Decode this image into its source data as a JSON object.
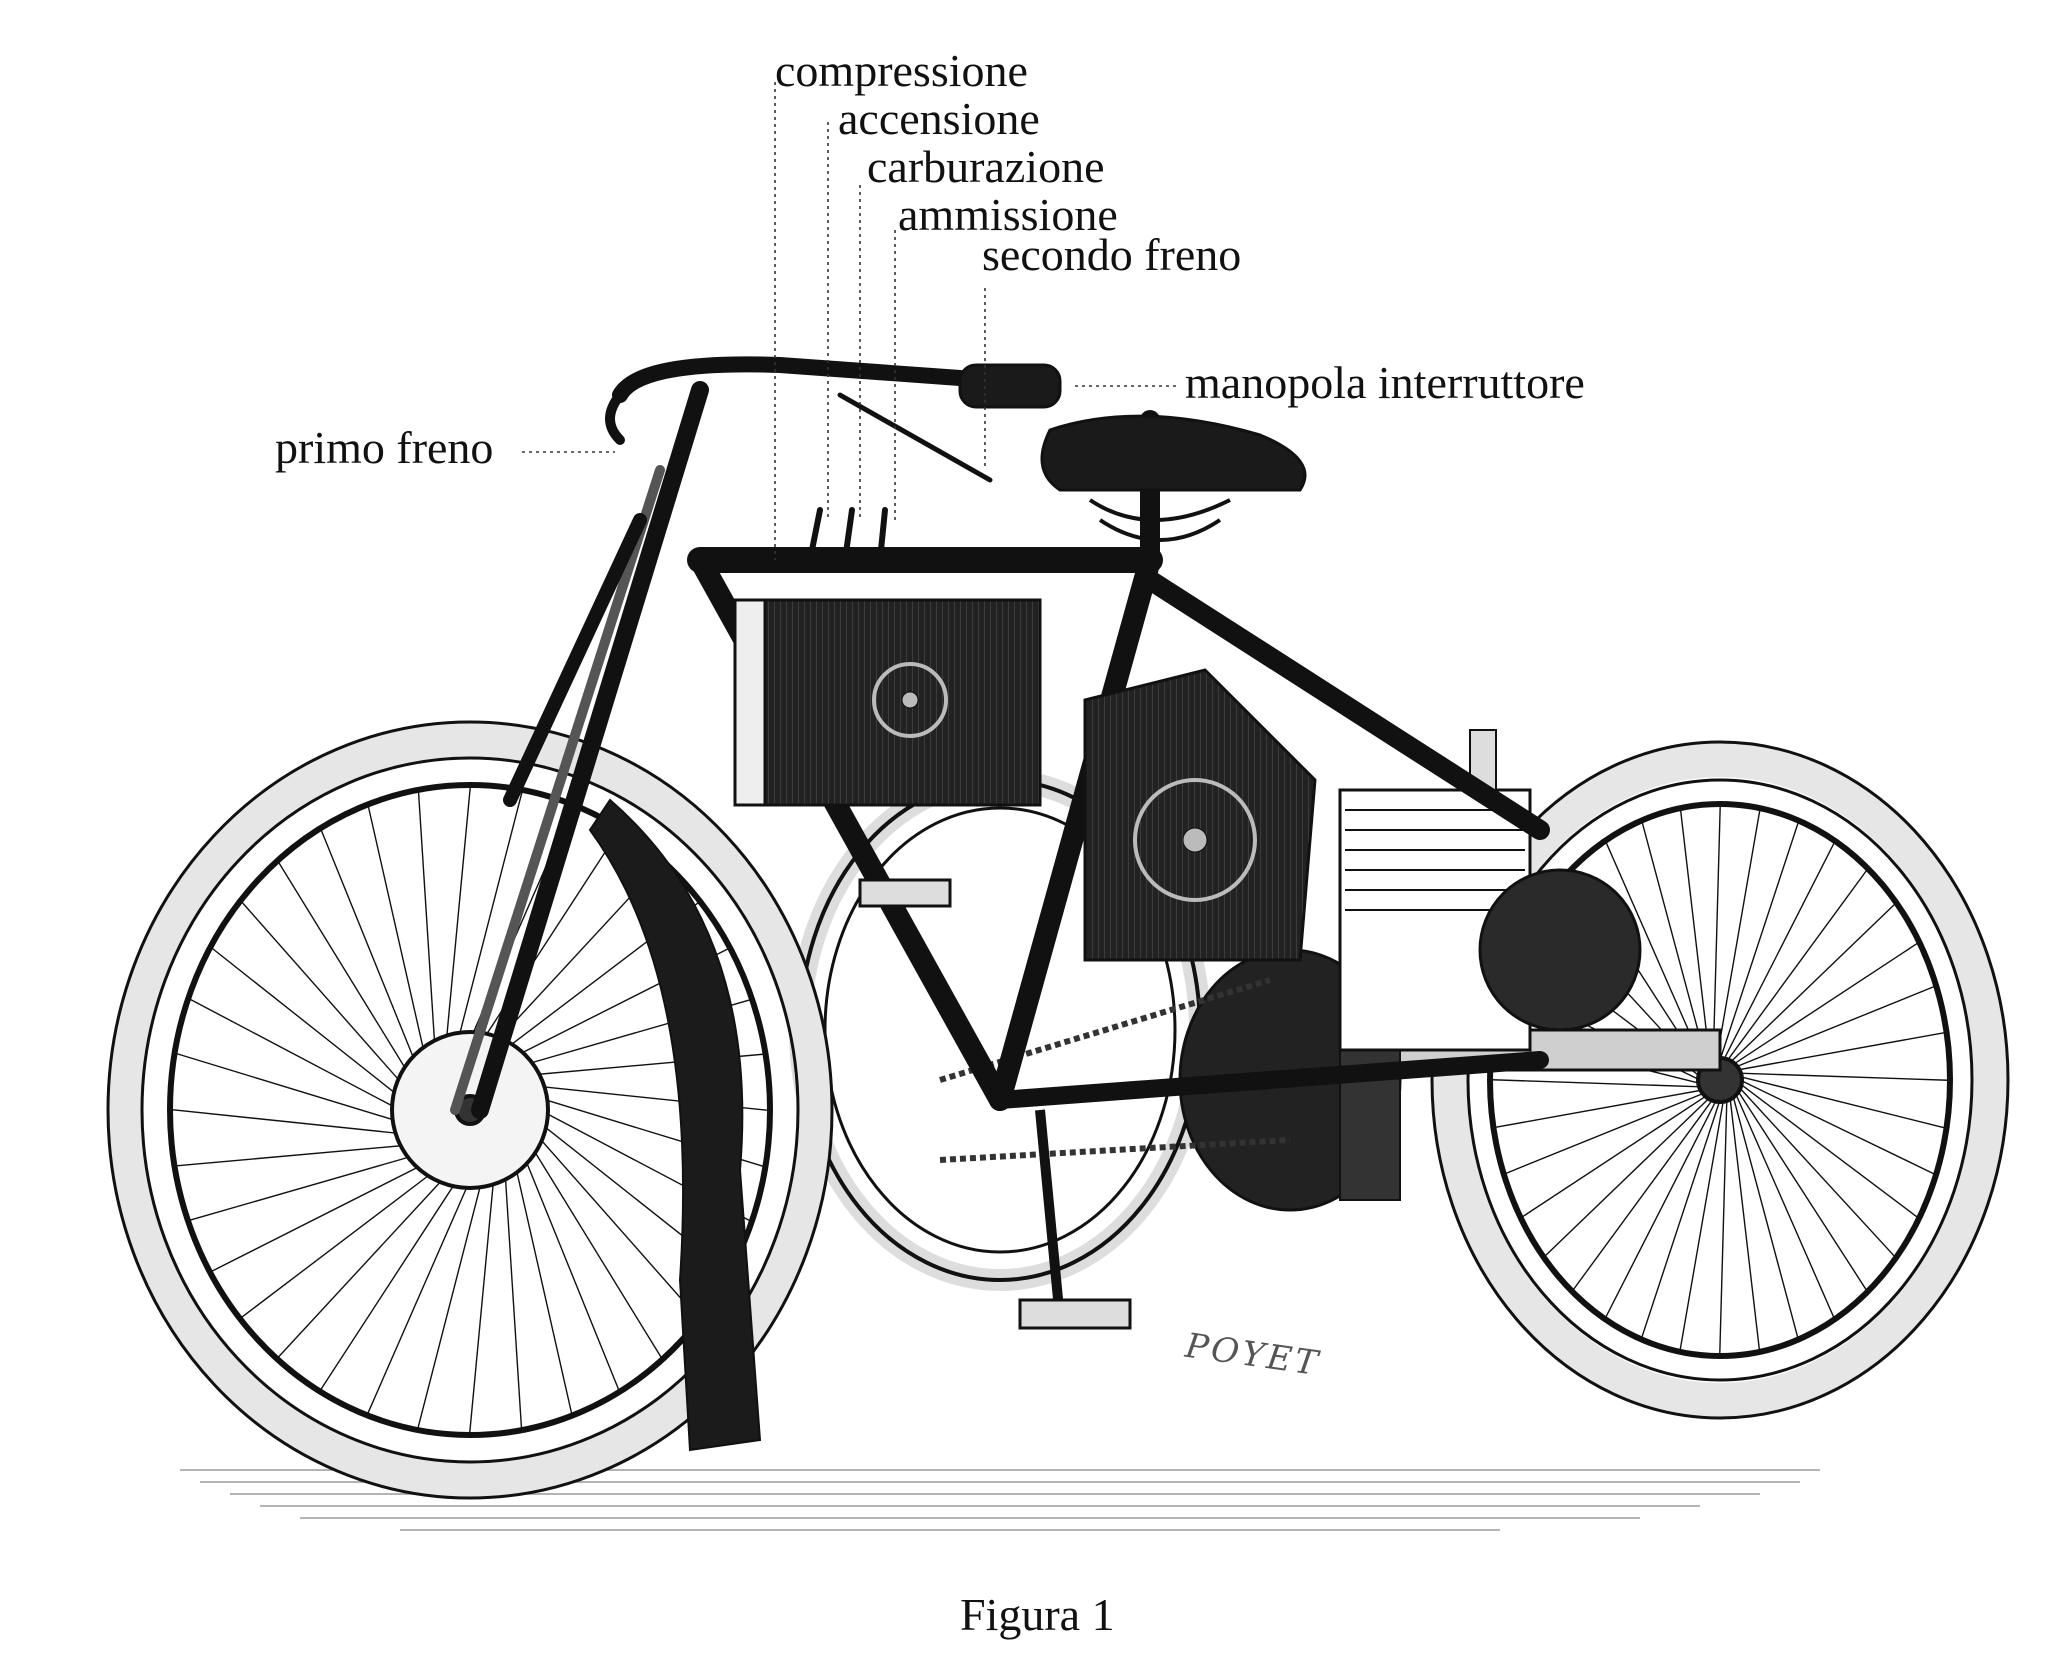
{
  "labels": {
    "compressione": "compressione",
    "accensione": "accensione",
    "carburazione": "carburazione",
    "ammissione": "ammissione",
    "secondo_freno": "secondo freno",
    "manopola_interruttore": "manopola interruttore",
    "primo_freno": "primo freno"
  },
  "caption": "Figura 1",
  "signature": "POYET",
  "colors": {
    "ink": "#111111",
    "paper": "#ffffff"
  }
}
